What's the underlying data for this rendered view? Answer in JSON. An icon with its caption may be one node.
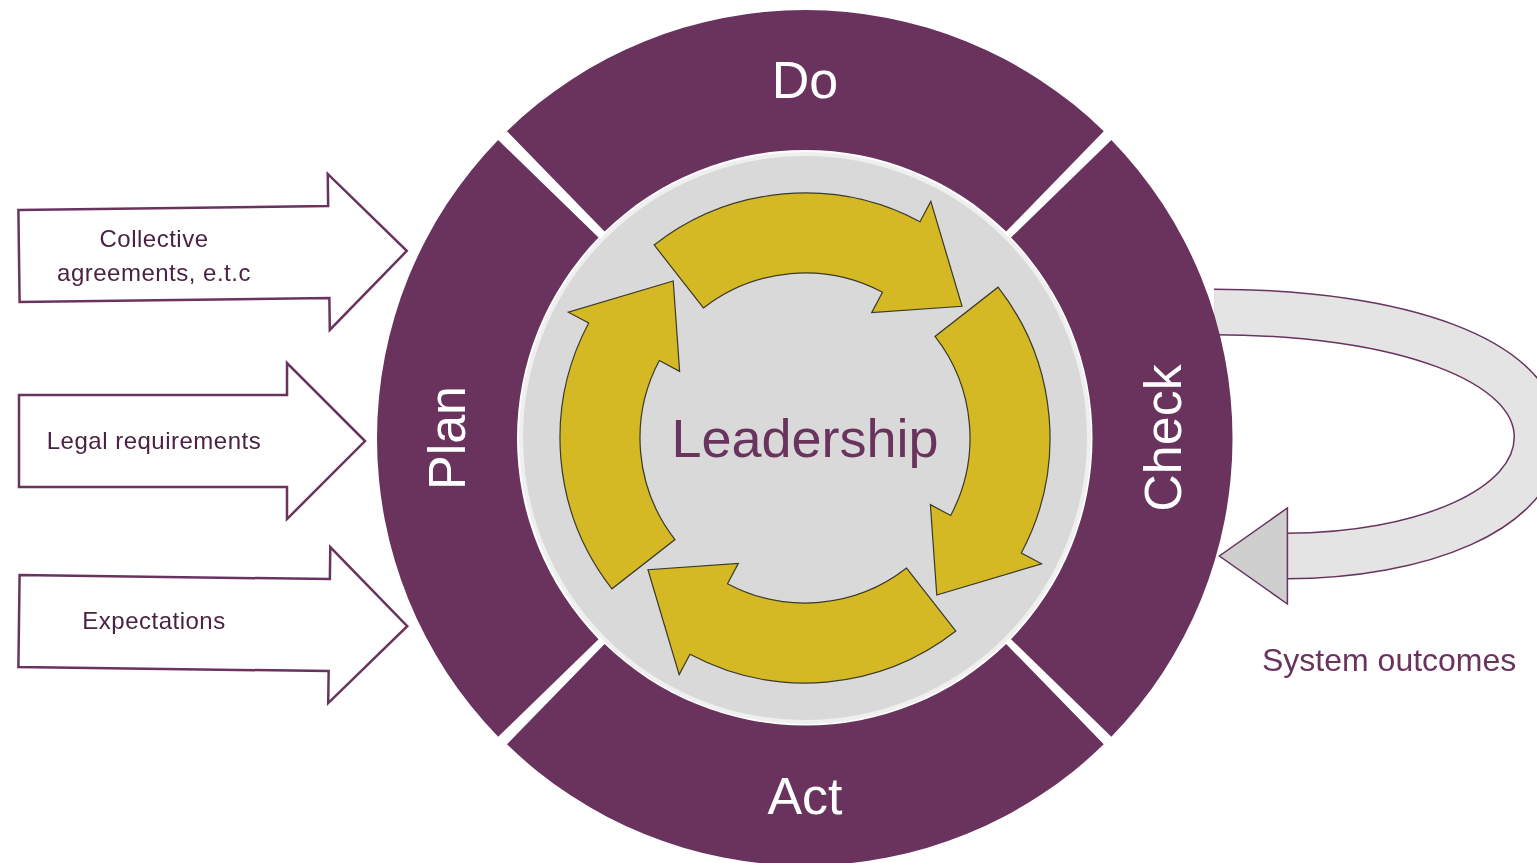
{
  "diagram": {
    "nodes": [
      {
        "text": [
          "Collective agreements, e.t.c"
        ]
      },
      {
        "text": [
          "Legal requirements"
        ]
      },
      {
        "text": [
          "Expectations"
        ]
      },
      {
        "text": [
          "Do"
        ]
      },
      {
        "text": [
          "Plan"
        ]
      },
      {
        "text": [
          "Check"
        ]
      },
      {
        "text": [
          "Act"
        ]
      },
      {
        "text": [
          "Leadership"
        ]
      }
    ],
    "edges": [
      {
        "from": 5,
        "to": 5,
        "arrow": "to"
      },
      {
        "from": 0,
        "to": 4,
        "arrow": "to"
      },
      {
        "from": 1,
        "to": 4,
        "arrow": "to"
      },
      {
        "from": 2,
        "to": 4,
        "arrow": "to"
      }
    ],
    "labels": [
      "System outcomes"
    ]
  }
}
